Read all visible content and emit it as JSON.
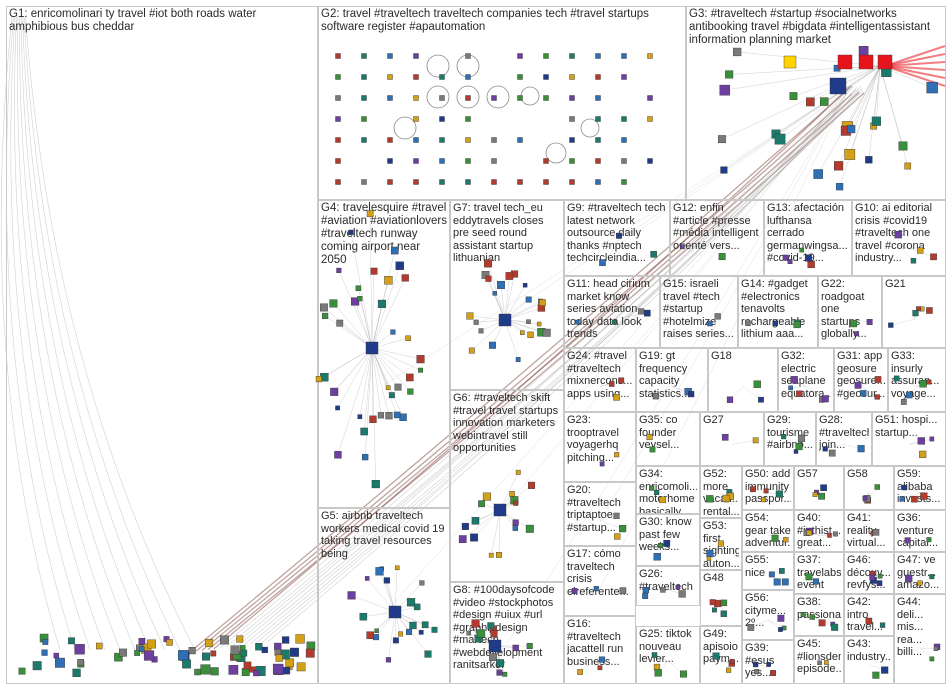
{
  "groups": [
    {
      "id": "G1",
      "label": "G1: enricomolinari ty travel #iot both roads water amphibious bus cheddar"
    },
    {
      "id": "G2",
      "label": "G2: travel #traveltech traveltech companies tech #travel startups software register #apautomation"
    },
    {
      "id": "G3",
      "label": "G3: #traveltech #startup #socialnetworks antibooking travel #bigdata #intelligentassistant information planning market"
    },
    {
      "id": "G4",
      "label": "G4: travelesquire #travel #aviation #aviationlovers #traveltech runway coming airport near 2050"
    },
    {
      "id": "G5",
      "label": "G5: airbnb traveltech workers medical covid 19 taking travel resources being"
    },
    {
      "id": "G6",
      "label": "G6: #traveltech skift #travel travel startups innovation marketers webintravel still opportunities"
    },
    {
      "id": "G7",
      "label": "G7: travel tech_eu eddytravels closes pre seed round assistant startup lithuanian"
    },
    {
      "id": "G8",
      "label": "G8: #100daysofcode #video #stockphotos #design #uiux #url #graphicdesign #martech #webdevelopment ranitsarker"
    },
    {
      "id": "G9",
      "label": "G9: #traveltech tech latest network outsource daily thanks #nptech techcircleindia..."
    },
    {
      "id": "G10",
      "label": "G10: ai editorial crisis #covid19 #traveltech one travel #corona industry..."
    },
    {
      "id": "G11",
      "label": "G11: head cirium market know series aviation today data look trends"
    },
    {
      "id": "G12",
      "label": "G12: enfin #article #presse #média intelligent orienté vers..."
    },
    {
      "id": "G13",
      "label": "G13: afectación lufthansa cerrado germanwingsa... #covid-19..."
    },
    {
      "id": "G14",
      "label": "G14: #gadget #electronics tenavolts rechargeable lithium aaa..."
    },
    {
      "id": "G15",
      "label": "G15: israeli travel #tech #startup #hotelmize raises series..."
    },
    {
      "id": "G16",
      "label": "G16: #traveltech jacattell run business..."
    },
    {
      "id": "G17",
      "label": "G17: cómo traveltech crisis elreferente..."
    },
    {
      "id": "G18",
      "label": "G18"
    },
    {
      "id": "G19",
      "label": "G19: gt frequency capacity statistics..."
    },
    {
      "id": "G20",
      "label": "G20: #traveltech triptaptoe #startup..."
    },
    {
      "id": "G21",
      "label": "G21"
    },
    {
      "id": "G22",
      "label": "G22: roadgoat one startups globally..."
    },
    {
      "id": "G23",
      "label": "G23: trooptravel voyagerhq pitching..."
    },
    {
      "id": "G24",
      "label": "G24: #travel #traveltech mixnercons... apps using..."
    },
    {
      "id": "G25",
      "label": "G25: tiktok nouveau levier..."
    },
    {
      "id": "G26",
      "label": "G26: #traveltech"
    },
    {
      "id": "G27",
      "label": "G27"
    },
    {
      "id": "G28",
      "label": "G28: #traveltech join..."
    },
    {
      "id": "G29",
      "label": "G29: tourisme #airbnb..."
    },
    {
      "id": "G30",
      "label": "G30: know past few weeks..."
    },
    {
      "id": "G31",
      "label": "G31: app geosure geosure... #geosur..."
    },
    {
      "id": "G32",
      "label": "G32: electric seaplane equatora..."
    },
    {
      "id": "G33",
      "label": "G33: insurly assuran... voyage..."
    },
    {
      "id": "G34",
      "label": "G34: enricomoli... motorhome basically..."
    },
    {
      "id": "G35",
      "label": "G35: co founder veysel..."
    },
    {
      "id": "G36",
      "label": "G36: venture capital..."
    },
    {
      "id": "G37",
      "label": "G37: travelabs event thx..."
    },
    {
      "id": "G38",
      "label": "G38: passiona..."
    },
    {
      "id": "G39",
      "label": "G39: #esus yes..."
    },
    {
      "id": "G40",
      "label": "G40: #inthist... great..."
    },
    {
      "id": "G41",
      "label": "G41: reality virtual..."
    },
    {
      "id": "G42",
      "label": "G42: intro travel..."
    },
    {
      "id": "G43",
      "label": "G43: industry..."
    },
    {
      "id": "G44",
      "label": "G44: deli... mis... rea... billi..."
    },
    {
      "id": "G45",
      "label": "G45: #lionsden episode..."
    },
    {
      "id": "G46",
      "label": "G46: découv... revfys..."
    },
    {
      "id": "G47",
      "label": "G47: ve guestr... amazo..."
    },
    {
      "id": "G48",
      "label": "G48"
    },
    {
      "id": "G49",
      "label": "G49: apisoio paym..."
    },
    {
      "id": "G50",
      "label": "G50: add immunity passpor..."
    },
    {
      "id": "G51",
      "label": "G51: hospi... startup..."
    },
    {
      "id": "G52",
      "label": "G52: more vacati... rental..."
    },
    {
      "id": "G53",
      "label": "G53: first sighting auton..."
    },
    {
      "id": "G54",
      "label": "G54: gear take adventur..."
    },
    {
      "id": "G55",
      "label": "G55: nice"
    },
    {
      "id": "G56",
      "label": "G56: cityme... 2º..."
    },
    {
      "id": "G57",
      "label": "G57"
    },
    {
      "id": "G58",
      "label": "G58"
    },
    {
      "id": "G59",
      "label": "G59: alibaba invests..."
    }
  ],
  "colors": {
    "border": "#c8c8c8",
    "edge": "#a9a9a9",
    "strong_edge": "#8c5a52",
    "highlight": "#e8141c",
    "node_palette": [
      "#2f6fb5",
      "#3a8f3a",
      "#1f3b8a",
      "#7a7a7a",
      "#d4a017",
      "#1c7a6a",
      "#b33b2e",
      "#6c3fa0"
    ]
  }
}
